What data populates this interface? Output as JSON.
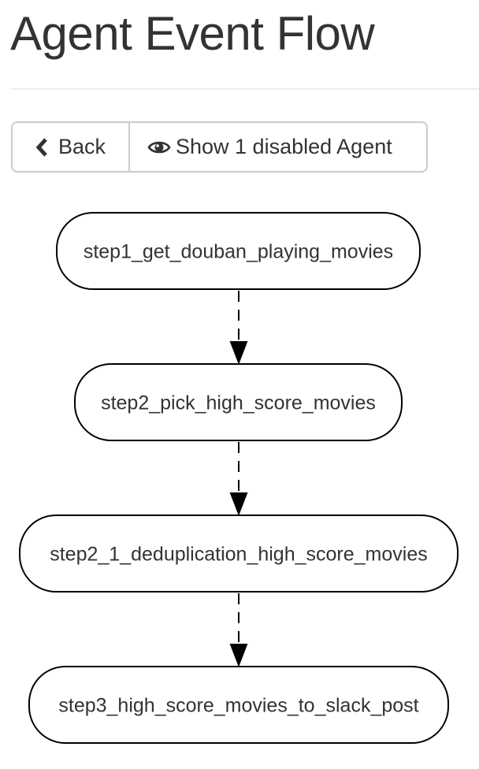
{
  "page": {
    "title": "Agent Event Flow"
  },
  "toolbar": {
    "back_label": "Back",
    "show_disabled_label": "Show 1 disabled Agent",
    "back_icon": "chevron-left-icon",
    "show_icon": "eye-icon"
  },
  "flow": {
    "nodes": [
      {
        "id": "n1",
        "label": "step1_get_douban_playing_movies"
      },
      {
        "id": "n2",
        "label": "step2_pick_high_score_movies"
      },
      {
        "id": "n3",
        "label": "step2_1_deduplication_high_score_movies"
      },
      {
        "id": "n4",
        "label": "step3_high_score_movies_to_slack_post"
      }
    ],
    "edges": [
      {
        "from": "n1",
        "to": "n2",
        "style": "dashed"
      },
      {
        "from": "n2",
        "to": "n3",
        "style": "dashed"
      },
      {
        "from": "n3",
        "to": "n4",
        "style": "dashed"
      }
    ]
  },
  "colors": {
    "text": "#333333",
    "border": "#cccccc",
    "divider": "#eeeeee",
    "node_stroke": "#000000"
  }
}
